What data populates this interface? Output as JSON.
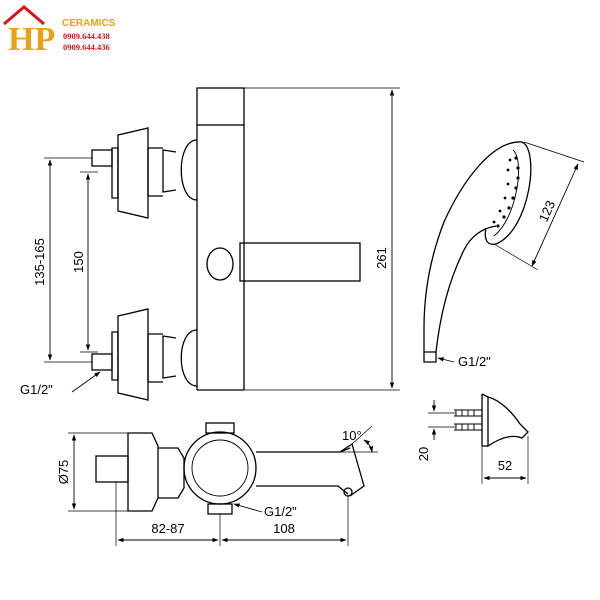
{
  "logo": {
    "mark": "HP",
    "brand": "CERAMICS",
    "phone_1": "0909.644.438",
    "phone_2": "0909.644.436",
    "colors": {
      "primary": "#e8a21a",
      "phone": "#d4151c"
    }
  },
  "dimensions": {
    "inlet_spacing_range": "135-165",
    "inlet_spacing": "150",
    "total_height": "261",
    "thread_left": "G1/2\"",
    "shower_length": "123",
    "thread_shower": "G1/2\"",
    "diameter": "Ø75",
    "spout_angle": "10°",
    "thread_bottom": "G1/2\"",
    "offset_range": "82-87",
    "spout_length": "108",
    "holder_height": "20",
    "holder_depth": "52"
  }
}
